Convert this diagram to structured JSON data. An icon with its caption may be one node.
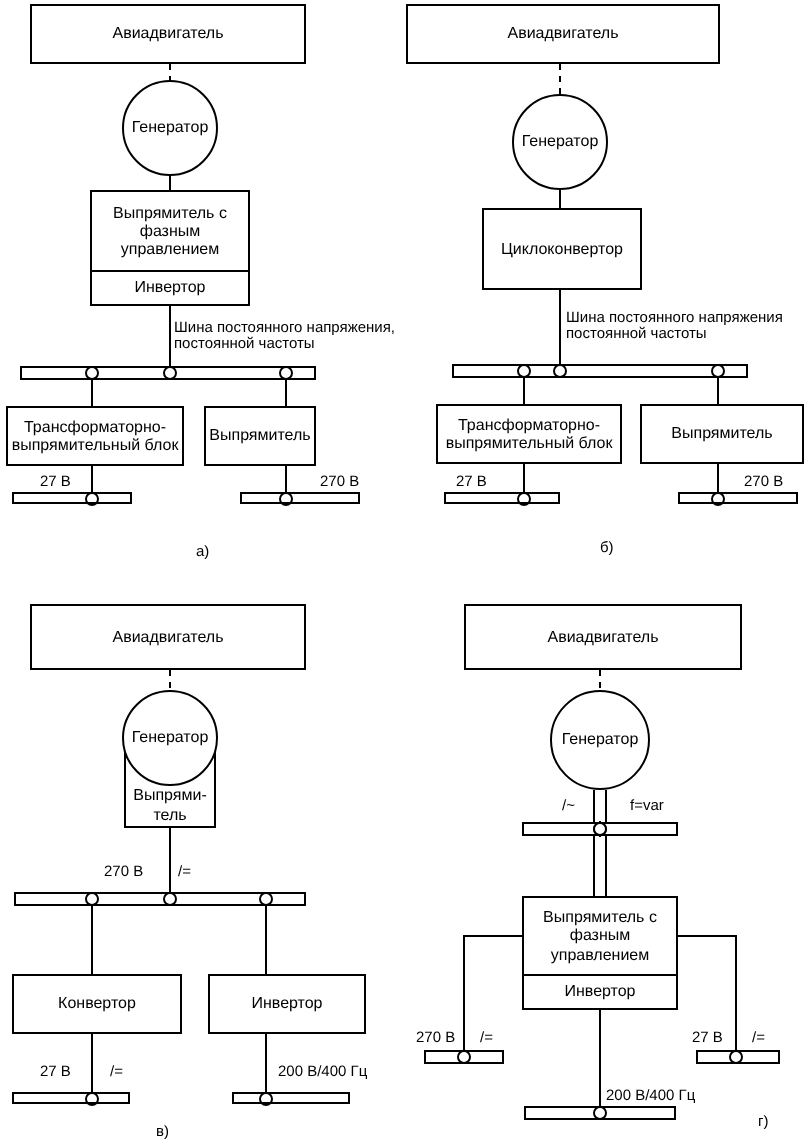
{
  "diagram": {
    "nodes": [
      {
        "text": [
          "Авиадвигатель"
        ]
      },
      {
        "text": [
          "Генератор"
        ]
      },
      {
        "text": [
          "Выпрямитель с фазным управлением",
          "Инвертор"
        ]
      },
      {
        "text": [],
        "shape": "bar"
      },
      {
        "text": [
          "Трансформаторно-выпрямительный блок"
        ]
      },
      {
        "text": [
          "Выпрямитель"
        ]
      },
      {
        "text": [],
        "shape": "bar"
      },
      {
        "text": [],
        "shape": "bar"
      },
      {
        "text": [
          "Авиадвигатель"
        ]
      },
      {
        "text": [
          "Генератор"
        ]
      },
      {
        "text": [
          "Циклоконвертор"
        ]
      },
      {
        "text": [],
        "shape": "bar"
      },
      {
        "text": [
          "Трансформаторно-выпрямительный блок"
        ]
      },
      {
        "text": [
          "Выпрямитель"
        ]
      },
      {
        "text": [],
        "shape": "bar"
      },
      {
        "text": [],
        "shape": "bar"
      },
      {
        "text": [
          "Авиадвигатель"
        ]
      },
      {
        "text": [
          "Генератор"
        ]
      },
      {
        "text": [
          "Выпрями- тель"
        ]
      },
      {
        "text": [],
        "shape": "bar"
      },
      {
        "text": [
          "Конвертор"
        ]
      },
      {
        "text": [
          "Инвертор"
        ]
      },
      {
        "text": [],
        "shape": "bar"
      },
      {
        "text": [],
        "shape": "bar"
      },
      {
        "text": [
          "Авиадвигатель"
        ]
      },
      {
        "text": [
          "Генератор"
        ]
      },
      {
        "text": [],
        "shape": "bar"
      },
      {
        "text": [
          "Выпрямитель с фазным управлением",
          "Инвертор"
        ]
      },
      {
        "text": [],
        "shape": "bar"
      },
      {
        "text": [],
        "shape": "bar"
      },
      {
        "text": [],
        "shape": "bar"
      }
    ],
    "edges": [
      {
        "from": 0,
        "to": 1,
        "arrow": "none",
        "style": "dashed"
      },
      {
        "from": 1,
        "to": 2,
        "arrow": "none"
      },
      {
        "from": 2,
        "to": 3,
        "arrow": "other"
      },
      {
        "from": 4,
        "to": 3,
        "arrow": "other"
      },
      {
        "from": 5,
        "to": 3,
        "arrow": "other"
      },
      {
        "from": 4,
        "to": 6,
        "arrow": "other"
      },
      {
        "from": 5,
        "to": 7,
        "arrow": "other"
      },
      {
        "from": 8,
        "to": 9,
        "arrow": "none",
        "style": "dashed"
      },
      {
        "from": 9,
        "to": 10,
        "arrow": "none"
      },
      {
        "from": 10,
        "to": 11,
        "arrow": "other"
      },
      {
        "from": 12,
        "to": 11,
        "arrow": "other"
      },
      {
        "from": 13,
        "to": 11,
        "arrow": "other"
      },
      {
        "from": 12,
        "to": 14,
        "arrow": "other"
      },
      {
        "from": 13,
        "to": 15,
        "arrow": "other"
      },
      {
        "from": 16,
        "to": 17,
        "arrow": "none",
        "style": "dashed"
      },
      {
        "from": 18,
        "to": 19,
        "arrow": "other"
      },
      {
        "from": 20,
        "to": 19,
        "arrow": "other"
      },
      {
        "from": 21,
        "to": 19,
        "arrow": "other"
      },
      {
        "from": 20,
        "to": 22,
        "arrow": "other"
      },
      {
        "from": 21,
        "to": 23,
        "arrow": "other"
      },
      {
        "from": 24,
        "to": 25,
        "arrow": "none",
        "style": "dashed"
      },
      {
        "from": 25,
        "to": 26,
        "arrow": "other"
      },
      {
        "from": 27,
        "to": 26,
        "arrow": "other"
      },
      {
        "from": 27,
        "to": 28,
        "arrow": "other"
      },
      {
        "from": 27,
        "to": 29,
        "arrow": "other"
      },
      {
        "from": 27,
        "to": 30,
        "arrow": "other"
      }
    ],
    "labels": [
      "Шина постоянного напряжения, постоянной частоты",
      "27 В",
      "270 В",
      "а)",
      "Шина постоянного напряжения постоянной частоты",
      "27 В",
      "270 В",
      "б)",
      "270 В",
      "/=",
      "27 В",
      "/=",
      "200 В/400 Гц",
      "в)",
      "/~",
      "f=var",
      "270 В",
      "/=",
      "27 В",
      "/=",
      "200 В/400 Гц",
      "г)"
    ]
  }
}
